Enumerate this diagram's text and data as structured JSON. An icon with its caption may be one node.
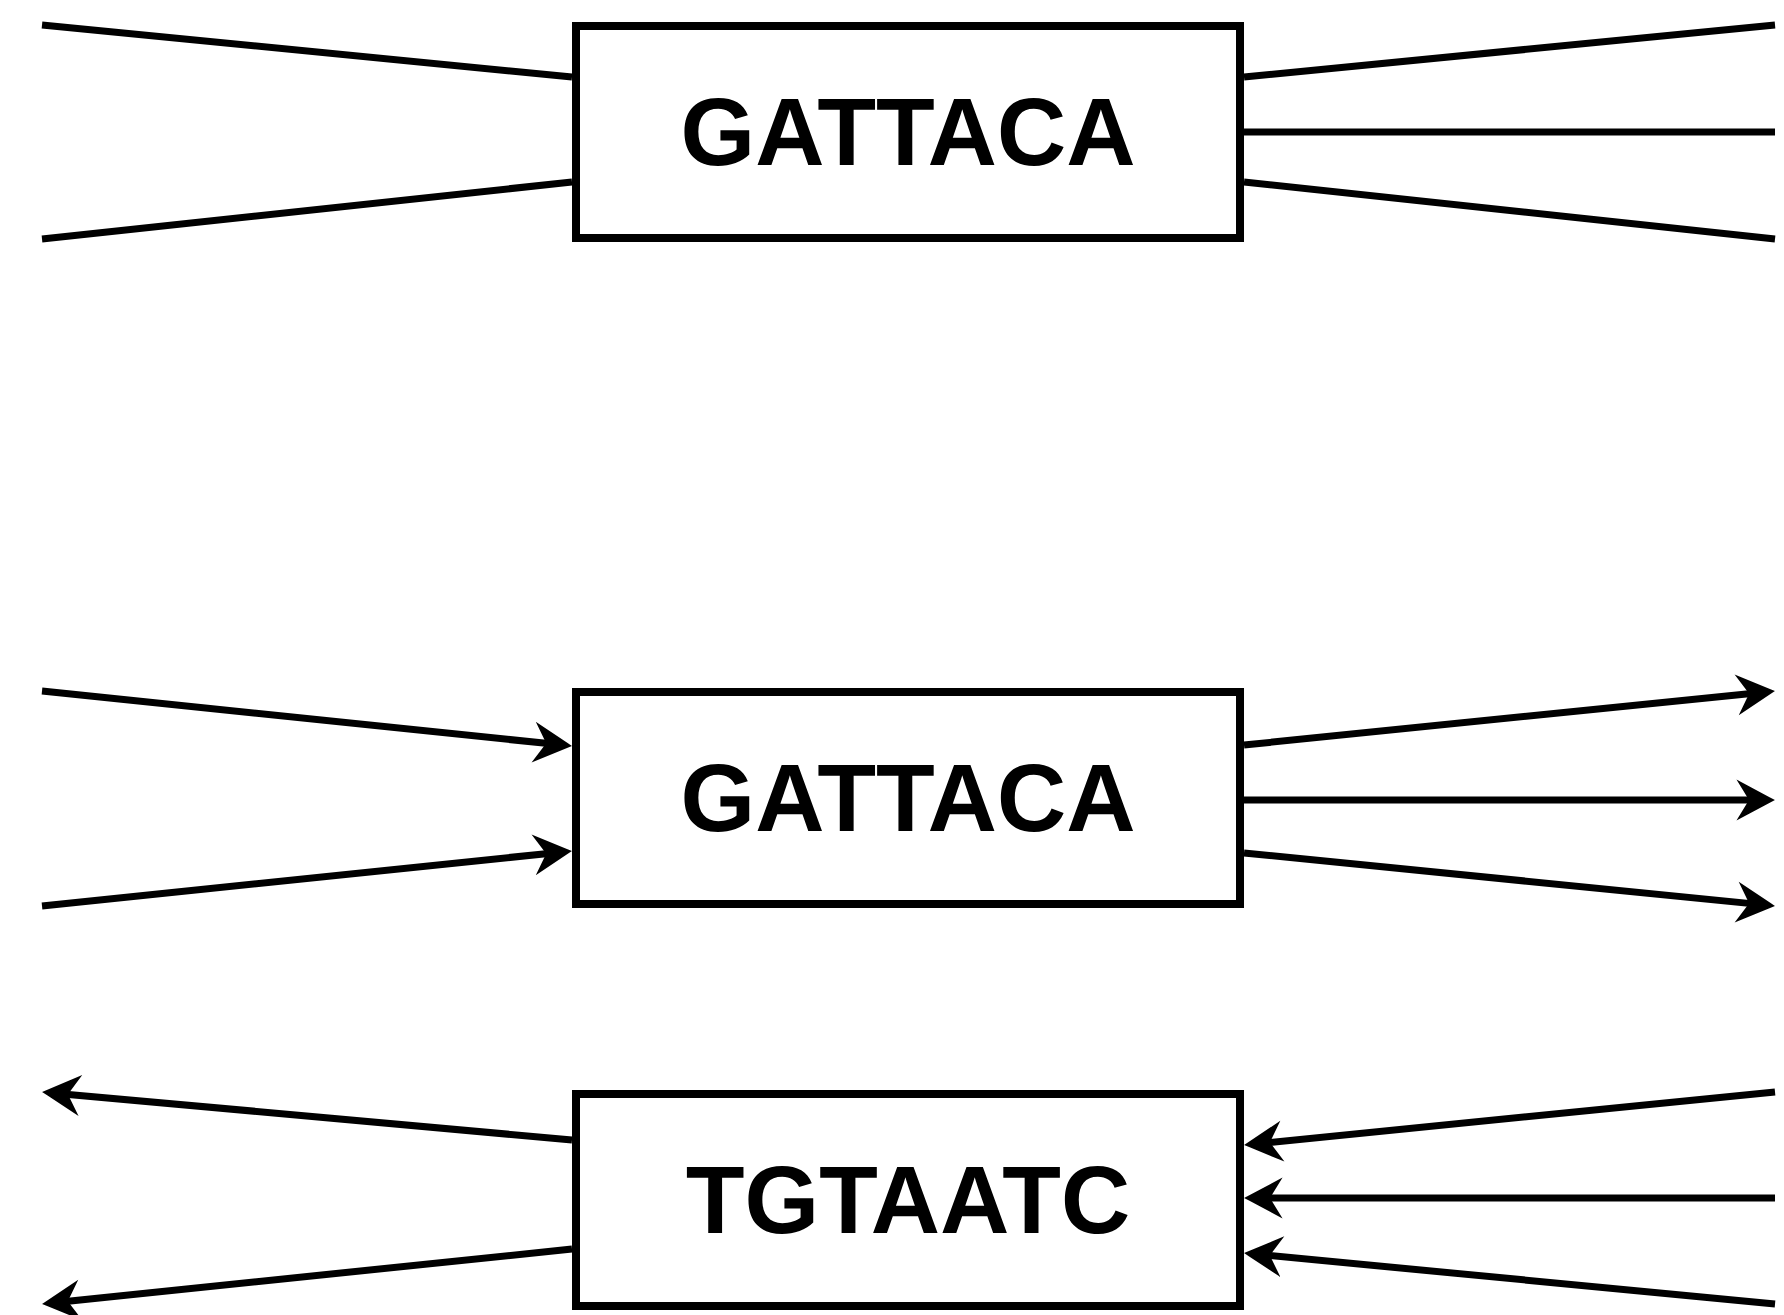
{
  "diagram": {
    "nodes": [
      {
        "text": [
          "GATTACA"
        ]
      },
      {
        "text": [
          "GATTACA"
        ]
      },
      {
        "text": [
          "TGTAATC"
        ]
      }
    ],
    "edges": [
      {
        "from": null,
        "to": 0,
        "arrow": "none"
      },
      {
        "from": null,
        "to": 0,
        "arrow": "none"
      },
      {
        "from": 0,
        "to": null,
        "arrow": "none"
      },
      {
        "from": 0,
        "to": null,
        "arrow": "none"
      },
      {
        "from": 0,
        "to": null,
        "arrow": "none"
      },
      {
        "from": null,
        "to": 1,
        "arrow": "to"
      },
      {
        "from": null,
        "to": 1,
        "arrow": "to"
      },
      {
        "from": 1,
        "to": null,
        "arrow": "to"
      },
      {
        "from": 1,
        "to": null,
        "arrow": "to"
      },
      {
        "from": 1,
        "to": null,
        "arrow": "to"
      },
      {
        "from": 2,
        "to": null,
        "arrow": "to"
      },
      {
        "from": 2,
        "to": null,
        "arrow": "to"
      },
      {
        "from": null,
        "to": 2,
        "arrow": "to"
      },
      {
        "from": null,
        "to": 2,
        "arrow": "to"
      },
      {
        "from": null,
        "to": 2,
        "arrow": "to"
      }
    ]
  }
}
